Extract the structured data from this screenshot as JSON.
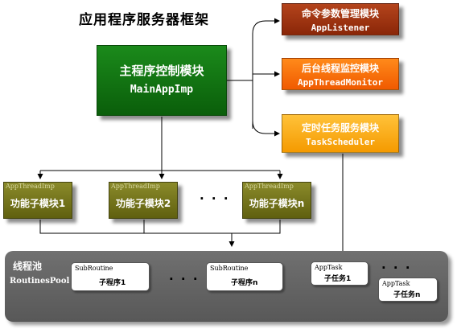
{
  "title": "应用程序服务器框架",
  "main_module": {
    "label": "主程序控制模块",
    "name": "MainAppImp"
  },
  "side_modules": [
    {
      "label": "命令参数管理模块",
      "name": "AppListener"
    },
    {
      "label": "后台线程监控模块",
      "name": "AppThreadMonitor"
    },
    {
      "label": "定时任务服务模块",
      "name": "TaskScheduler"
    }
  ],
  "function_modules": [
    {
      "caption": "AppThreadImp",
      "label": "功能子模块1"
    },
    {
      "caption": "AppThreadImp",
      "label": "功能子模块2"
    },
    {
      "caption": "AppThreadImp",
      "label": "功能子模块n"
    }
  ],
  "function_ellipsis": "· · ·",
  "pool": {
    "label": "线程池",
    "name": "RoutinesPool",
    "routines": [
      {
        "caption": "SubRoutine",
        "label": "子程序1"
      },
      {
        "caption": "SubRoutine",
        "label": "子程序n"
      }
    ],
    "routine_ellipsis": "· · ·",
    "tasks": [
      {
        "caption": "AppTask",
        "label": "子任务1"
      },
      {
        "caption": "AppTask",
        "label": "子任务n"
      }
    ],
    "task_ellipsis": "· · ·"
  },
  "colors": {
    "main": "#0f7a0f",
    "listener": "#a23a14",
    "monitor": "#fb7410",
    "scheduler": "#fcb020",
    "function": "#7a7a20",
    "pool": "#666666"
  }
}
